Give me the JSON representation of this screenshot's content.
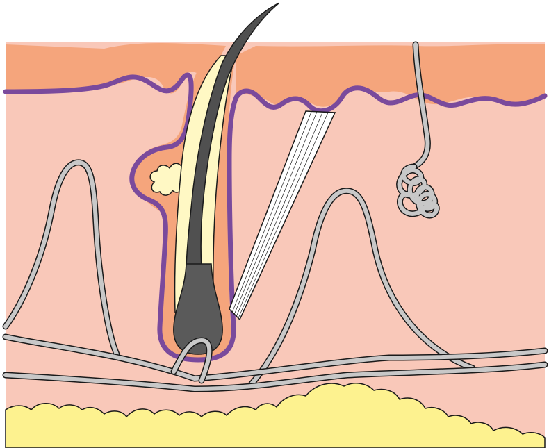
{
  "colors": {
    "background": "#ffffff",
    "epidermis": "#f5a57c",
    "dermis": "#f9c8b9",
    "basement_membrane": "#7a4a9c",
    "fat": "#fdf28f",
    "sebum": "#fff8c4",
    "hair_shaft": "#505050",
    "hair_bulb": "#5a5a5a",
    "vessel_fill": "#c8c8c8",
    "muscle_fill": "#ffffff",
    "outline": "#1a1a1a"
  },
  "structures": [
    {
      "id": "epidermis",
      "icon": "epidermis-layer"
    },
    {
      "id": "dermis",
      "icon": "dermis-layer"
    },
    {
      "id": "basement-membrane",
      "icon": "purple-boundary-line"
    },
    {
      "id": "hair-shaft",
      "icon": "hair-strand"
    },
    {
      "id": "hair-follicle",
      "icon": "follicle-sheath"
    },
    {
      "id": "hair-bulb",
      "icon": "dark-bulb"
    },
    {
      "id": "sebaceous-gland",
      "icon": "yellow-gland"
    },
    {
      "id": "arrector-pili-muscle",
      "icon": "striated-band"
    },
    {
      "id": "sweat-duct",
      "icon": "gray-tube"
    },
    {
      "id": "sweat-gland-coil",
      "icon": "coiled-tube"
    },
    {
      "id": "capillary-loops",
      "icon": "gray-loop-vessels"
    },
    {
      "id": "subcutaneous-fat",
      "icon": "yellow-fat-lobules"
    }
  ]
}
